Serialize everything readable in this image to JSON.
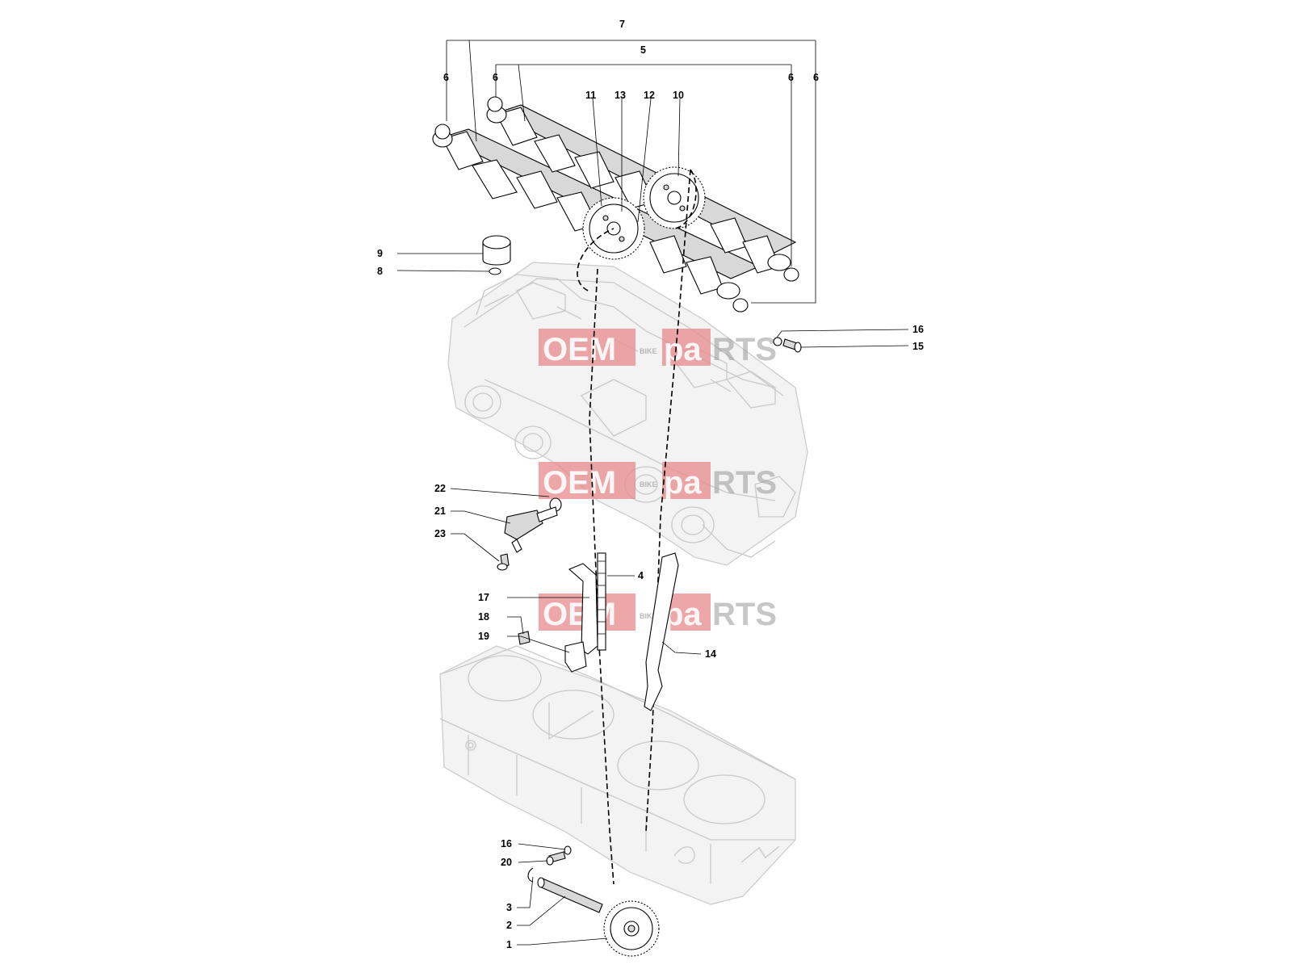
{
  "diagram": {
    "callouts": [
      "7",
      "5",
      "6",
      "6",
      "6",
      "6",
      "11",
      "13",
      "12",
      "10",
      "9",
      "8",
      "16",
      "15",
      "22",
      "21",
      "23",
      "4",
      "17",
      "18",
      "19",
      "14",
      "16",
      "20",
      "3",
      "2",
      "1"
    ],
    "watermark": {
      "brand_left": "OEM",
      "brand_right": "RTS",
      "brand_mid": "pa",
      "bike": "BIKE"
    },
    "colors": {
      "line": "#000000",
      "ghost": "#c9c9c9",
      "watermark": "#e8898c"
    }
  }
}
